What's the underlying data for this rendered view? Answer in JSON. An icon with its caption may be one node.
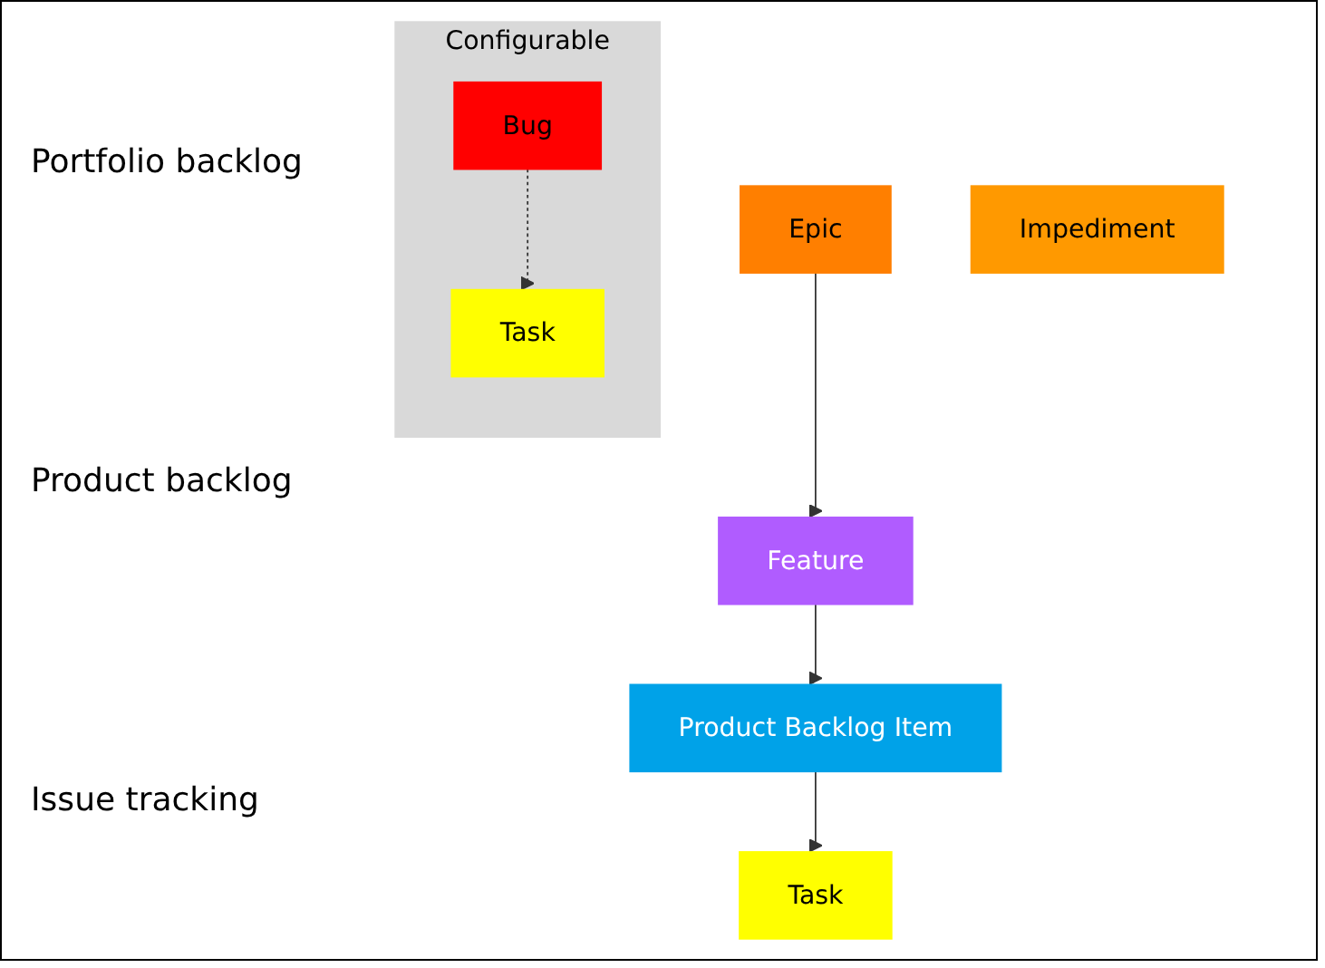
{
  "diagram": {
    "nodes": [
      {
        "text": [
          "Epic"
        ]
      },
      {
        "text": [
          "Feature"
        ]
      },
      {
        "text": [
          "Product Backlog Item"
        ]
      },
      {
        "text": [
          "Task"
        ]
      },
      {
        "text": [
          "Impediment"
        ]
      },
      {
        "text": [
          "Configurable"
        ]
      },
      {
        "text": [
          "Bug"
        ],
        "in": 5
      },
      {
        "text": [
          "Task"
        ],
        "in": 5
      }
    ],
    "edges": [
      {
        "from": 0,
        "to": 1,
        "arrow": "to"
      },
      {
        "from": 1,
        "to": 2,
        "arrow": "to"
      },
      {
        "from": 2,
        "to": 3,
        "arrow": "to"
      },
      {
        "from": 6,
        "to": 7,
        "arrow": "to",
        "style": "dashed"
      }
    ],
    "labels": [
      "Portfolio backlog",
      "Product backlog",
      "Issue tracking"
    ]
  }
}
